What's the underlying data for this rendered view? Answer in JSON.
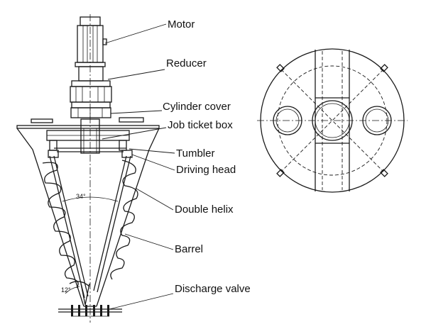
{
  "labels": {
    "motor": "Motor",
    "reducer": "Reducer",
    "cylinder_cover": "Cylinder cover",
    "job_ticket_box": "Job ticket box",
    "tumbler": "Tumbler",
    "driving_head": "Driving head",
    "double_helix": "Double helix",
    "barrel": "Barrel",
    "discharge_valve": "Discharge valve"
  },
  "angles": {
    "cone": "34°",
    "helix": "12°"
  }
}
